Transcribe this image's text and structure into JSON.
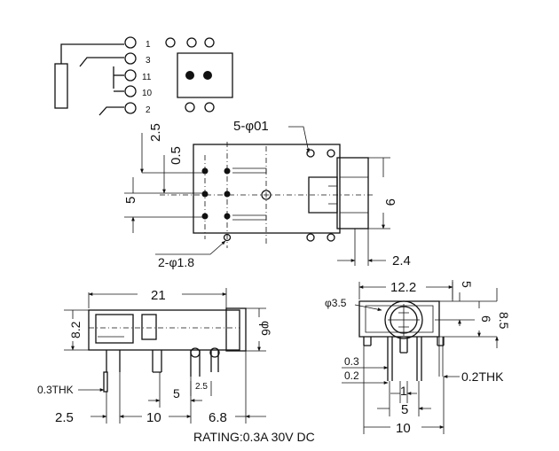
{
  "schematic": {
    "pins": [
      "1",
      "3",
      "11",
      "10",
      "2"
    ]
  },
  "top_view": {
    "hole_callout": "5-φ01",
    "pad_callout": "2-φ1.8",
    "dim_2_5": "2.5",
    "dim_0_5": "0.5",
    "dim_5": "5",
    "dim_9": "9",
    "dim_2_4": "2.4"
  },
  "side_view": {
    "dim_21": "21",
    "dim_8_2": "8.2",
    "dim_phi6": "φ6",
    "thk": "0.3THK",
    "dim_2_5_pitch": "2.5",
    "dim_5": "5",
    "dim_2_5": "2.5",
    "dim_10": "10",
    "dim_6_8": "6.8"
  },
  "front_view": {
    "dim_12_2": "12.2",
    "dim_phi3_5": "φ3.5",
    "dim_5": "5",
    "dim_6": "6",
    "dim_8_5": "8.5",
    "dim_0_3": "0.3",
    "dim_0_2": "0.2",
    "thk": "0.2THK",
    "dim_1": "1",
    "dim_5_bottom": "5",
    "dim_10": "10"
  },
  "rating": "RATING:0.3A 30V DC"
}
